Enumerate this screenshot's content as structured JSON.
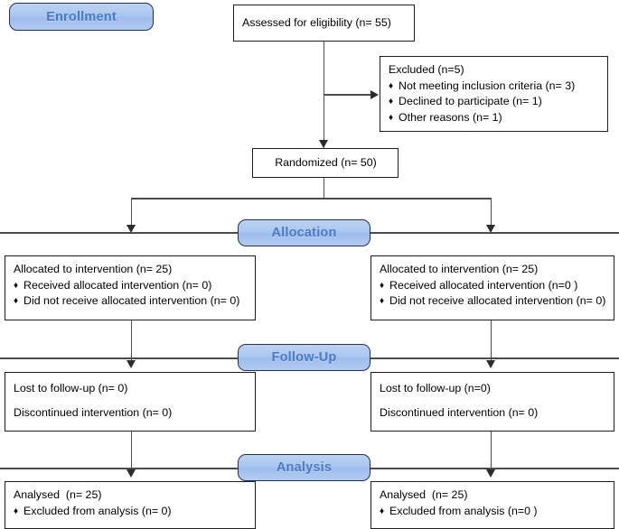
{
  "diagram": {
    "type": "consort-flow-diagram",
    "title": "CONSORT participant flow diagram",
    "colors": {
      "pill_fill": "#a9c5ef",
      "pill_border": "#21334d",
      "pill_text": "#4a7ac4",
      "box_border": "#1c1c1c",
      "box_fill": "#ffffff",
      "connector": "#4b4b4b"
    }
  },
  "stages": {
    "enrollment": "Enrollment",
    "allocation": "Allocation",
    "followup": "Follow-Up",
    "analysis": "Analysis"
  },
  "enrollment": {
    "assessed": {
      "title": "Assessed for eligibility (n= 55)"
    },
    "excluded": {
      "title": "Excluded (n=5)",
      "reasons": [
        "Not meeting inclusion criteria (n= 3)",
        "Declined to participate (n= 1)",
        "Other reasons (n= 1)"
      ]
    },
    "randomized": {
      "title": "Randomized (n= 50)"
    }
  },
  "allocation": {
    "left": {
      "title": "Allocated to intervention (n= 25)",
      "items": [
        "Received allocated intervention (n= 0)",
        "Did not receive allocated intervention (n= 0)"
      ]
    },
    "right": {
      "title": "Allocated to intervention (n= 25)",
      "items": [
        "Received allocated intervention (n=0 )",
        "Did not receive allocated intervention (n= 0)"
      ]
    }
  },
  "followup": {
    "left": {
      "lost": "Lost to follow-up (n= 0)",
      "discontinued": "Discontinued intervention (n= 0)"
    },
    "right": {
      "lost": "Lost to follow-up (n=0)",
      "discontinued": "Discontinued intervention (n= 0)"
    }
  },
  "analysis": {
    "left": {
      "title": "Analysed  (n= 25)",
      "items": [
        "Excluded from analysis (n= 0)"
      ]
    },
    "right": {
      "title": "Analysed  (n= 25)",
      "items": [
        "Excluded from analysis (n=0 )"
      ]
    }
  },
  "bullet_glyph": "♦"
}
